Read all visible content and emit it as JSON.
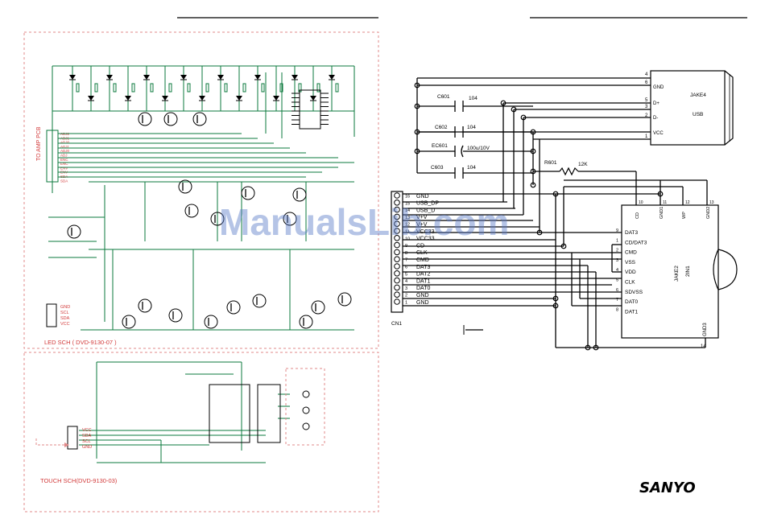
{
  "left_sheet": {
    "led_title": "LED SCH ( DVD-9130-07 )",
    "touch_title": "TOUCH SCH(DVD-9130-03)",
    "to_amp_label": "TO AMP PCB",
    "amp_pins": [
      "ADJ2",
      "ADJ1",
      "ADJ0",
      "ADJ1",
      "ADJ0",
      "ADJ",
      "ENC",
      "ENC",
      "ENV",
      "ENV",
      "SDA",
      "SDA"
    ],
    "led_conn_pins": [
      "GND",
      "SCL",
      "SDA",
      "VCC"
    ],
    "touch_conn_pins": [
      "VCC",
      "SDA",
      "SCL",
      "GND"
    ]
  },
  "right_sheet": {
    "jake4": {
      "name": "JAKE4",
      "type": "USB",
      "pin_numbers": [
        "4",
        "6",
        "5",
        "3",
        "2",
        "1"
      ],
      "pin_labels": [
        "GND",
        "D+",
        "D-",
        "VCC"
      ]
    },
    "capacitors": [
      {
        "ref": "C601",
        "value": "104"
      },
      {
        "ref": "C602",
        "value": "104"
      },
      {
        "ref": "EC601",
        "value": "100u/10V"
      },
      {
        "ref": "C603",
        "value": "104"
      }
    ],
    "resistor": {
      "ref": "R601",
      "value": "12K"
    },
    "cn1": {
      "name": "CN1",
      "pins": [
        {
          "num": "16",
          "label": "GND"
        },
        {
          "num": "15",
          "label": "USB_DP"
        },
        {
          "num": "14",
          "label": "USB_D"
        },
        {
          "num": "13",
          "label": "V+V"
        },
        {
          "num": "12",
          "label": "V+V"
        },
        {
          "num": "11",
          "label": "VCC33"
        },
        {
          "num": "10",
          "label": "VCC33"
        },
        {
          "num": "9",
          "label": "CD"
        },
        {
          "num": "8",
          "label": "CLK"
        },
        {
          "num": "7",
          "label": "CMD"
        },
        {
          "num": "6",
          "label": "DAT3"
        },
        {
          "num": "5",
          "label": "DAT2"
        },
        {
          "num": "4",
          "label": "DAT1"
        },
        {
          "num": "3",
          "label": "DAT0"
        },
        {
          "num": "2",
          "label": "GND"
        },
        {
          "num": "1",
          "label": "GND"
        }
      ]
    },
    "jake2": {
      "name": "JAKE2",
      "type": "2IN1",
      "top_pins": [
        "CD",
        "GND1",
        "WP",
        "GND2"
      ],
      "top_pin_nums": [
        "10",
        "11",
        "12",
        "13"
      ],
      "left_pins": [
        {
          "num": "9",
          "label": "DAT3"
        },
        {
          "num": "1",
          "label": "CD/DAT3"
        },
        {
          "num": "2",
          "label": "CMD"
        },
        {
          "num": "3",
          "label": "VSS"
        },
        {
          "num": "4",
          "label": "VDD"
        },
        {
          "num": "5",
          "label": "CLK"
        },
        {
          "num": "6",
          "label": "SDVSS"
        },
        {
          "num": "7",
          "label": "DAT0"
        },
        {
          "num": "8",
          "label": "DAT1"
        }
      ],
      "bottom_pin": "GND3",
      "bottom_pin_num": "14"
    },
    "brand": "SANYO"
  },
  "watermark": "ManualsLib.com"
}
